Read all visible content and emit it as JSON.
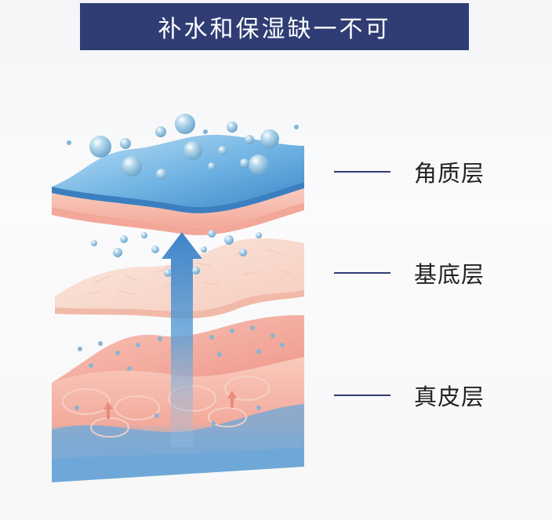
{
  "title": "补水和保湿缺一不可",
  "layers": [
    {
      "label": "角质层",
      "color": "#4f9bd6"
    },
    {
      "label": "基底层",
      "color": "#f3c2b3"
    },
    {
      "label": "真皮层",
      "color": "#ef9a90"
    }
  ],
  "colors": {
    "banner": "#2f3d74",
    "water_blue": "#4f9bd6",
    "skin_pink": "#f2a99f",
    "droplet": "#7fb5d8"
  },
  "icons": [
    "water-droplet-icon",
    "upward-arrow-icon"
  ]
}
